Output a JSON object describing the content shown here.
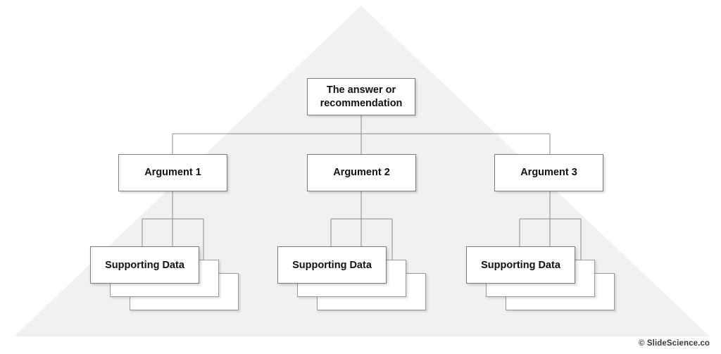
{
  "diagram": {
    "type": "pyramid-principle-tree",
    "background_shape": "triangle",
    "colors": {
      "page_background": "#ffffff",
      "triangle_fill": "#f1f1f1",
      "box_fill": "#ffffff",
      "box_border": "#7b7b7b",
      "connector_line": "#8c8c8c",
      "text": "#111111",
      "footer_text": "#3a3a3a"
    },
    "levels": [
      {
        "level": 1,
        "nodes": [
          {
            "id": "top",
            "label": "The answer or recommendation"
          }
        ]
      },
      {
        "level": 2,
        "nodes": [
          {
            "id": "arg1",
            "label": "Argument 1"
          },
          {
            "id": "arg2",
            "label": "Argument 2"
          },
          {
            "id": "arg3",
            "label": "Argument 3"
          }
        ]
      },
      {
        "level": 3,
        "nodes": [
          {
            "id": "data1",
            "label": "Supporting Data",
            "stack_count": 3
          },
          {
            "id": "data2",
            "label": "Supporting Data",
            "stack_count": 3
          },
          {
            "id": "data3",
            "label": "Supporting Data",
            "stack_count": 3
          }
        ]
      }
    ]
  },
  "footer": {
    "credit": "© SlideScience.co"
  }
}
